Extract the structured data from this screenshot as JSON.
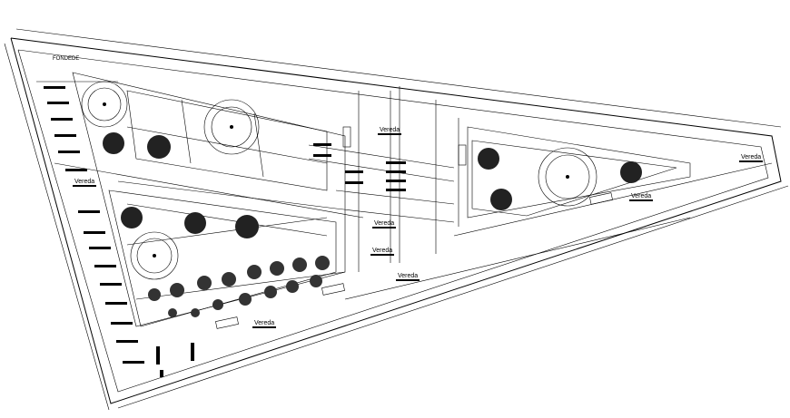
{
  "drawing": {
    "type": "site-plan",
    "labels": {
      "vereda": "Vereda",
      "header_left": "FONDEDE"
    },
    "colors": {
      "ink": "#000000",
      "paper": "#ffffff",
      "stipple": "#444444"
    }
  }
}
